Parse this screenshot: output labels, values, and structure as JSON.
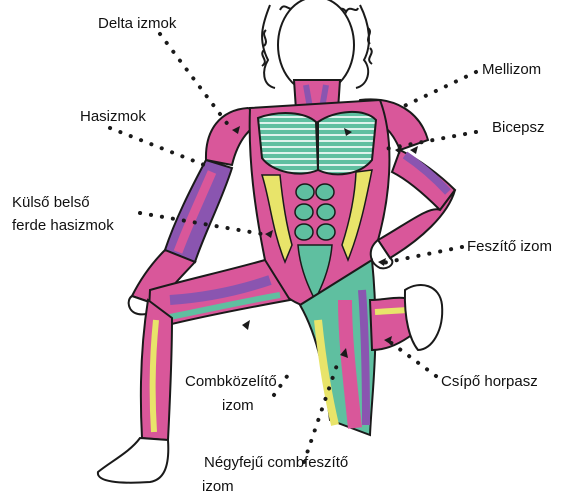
{
  "labels": {
    "delta": "Delta izmok",
    "hasizmok": "Hasizmok",
    "kulso_line1": "Külső belső",
    "kulso_line2": "ferde hasizmok",
    "mellizom": "Mellizom",
    "bicepsz": "Bicepsz",
    "feszito": "Feszítő izom",
    "csipo": "Csípő horpasz",
    "combkozelito_line1": "Combközelítő",
    "combkozelito_line2": "izom",
    "negyfeju_line1": "Négyfejű combfeszítő",
    "negyfeju_line2": "izom"
  },
  "colors": {
    "muscle_pink": "#d9579a",
    "muscle_purple": "#8a55b0",
    "muscle_green": "#5fbfa0",
    "muscle_yellow": "#e8e46a",
    "outline": "#1a1a1a",
    "skin": "#ffffff"
  }
}
